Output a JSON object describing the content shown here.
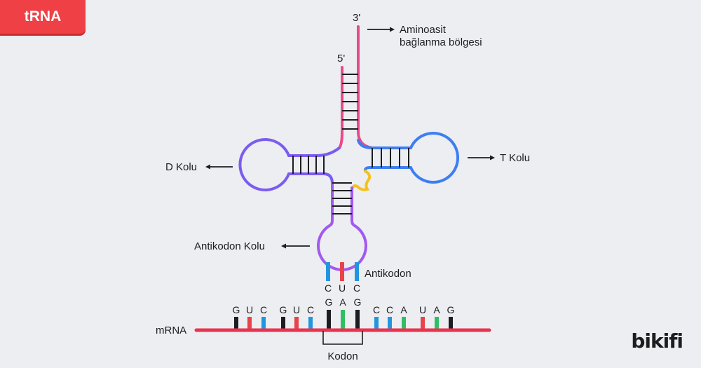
{
  "title": "tRNA",
  "labels": {
    "three_prime": "3'",
    "five_prime": "5'",
    "acceptor_line1": "Aminoasit",
    "acceptor_line2": "bağlanma bölgesi",
    "d_arm": "D Kolu",
    "t_arm": "T Kolu",
    "anticodon_arm": "Antikodon Kolu",
    "anticodon": "Antikodon",
    "mrna": "mRNA",
    "codon": "Kodon"
  },
  "anticodon_bases": [
    "C",
    "U",
    "C"
  ],
  "mrna_bases": [
    "G",
    "U",
    "C",
    "G",
    "U",
    "C",
    "G",
    "A",
    "G",
    "C",
    "C",
    "A",
    "U",
    "A",
    "G"
  ],
  "base_colors": {
    "G": "#1d1d1f",
    "U": "#e8434a",
    "C": "#2196e0",
    "A": "#2fbf63"
  },
  "colors": {
    "acceptor_stem": "#e84b8a",
    "d_arm": "#7b5cf0",
    "t_arm": "#3d7ef2",
    "anticodon_arm": "#a259f0",
    "variable_loop": "#f4c21c",
    "mrna_strand": "#e8334f",
    "badge": "#ef4046"
  },
  "brand": "bikifi"
}
